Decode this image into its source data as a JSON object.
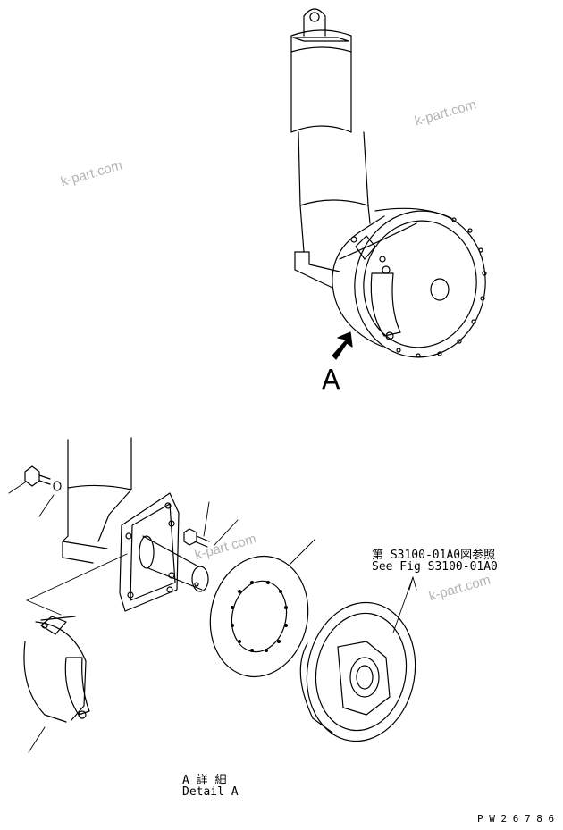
{
  "watermarks": [
    "k-part.com",
    "k-part.com",
    "k-part.com",
    "k-part.com"
  ],
  "upper_view": {
    "callout": "A"
  },
  "detail": {
    "jp_label": "A 詳 細",
    "en_label": "Detail A",
    "ref_jp": "第 S3100-01A0図参照",
    "ref_en": "See Fig S3100-01A0"
  },
  "drawing_number": "P W 2 6 7 8 6",
  "colors": {
    "line": "#000000",
    "watermark": "#b4b4b4",
    "background": "#ffffff"
  }
}
